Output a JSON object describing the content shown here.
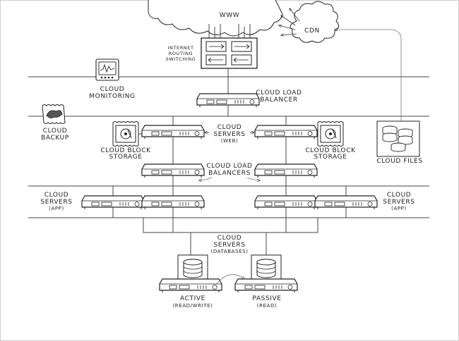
{
  "labels": {
    "www": "WWW",
    "cdn": "CDN",
    "routing": [
      "INTERNET",
      "ROUTING",
      "SWITCHING"
    ],
    "monitoring": [
      "CLOUD",
      "MONITORING"
    ],
    "load_balancer": [
      "CLOUD LOAD",
      "BALANCER"
    ],
    "backup": [
      "CLOUD",
      "BACKUP"
    ],
    "servers_web": [
      "CLOUD",
      "SERVERS",
      "(WEB)"
    ],
    "block_storage_left": [
      "CLOUD BLOCK",
      "STORAGE"
    ],
    "block_storage_right": [
      "CLOUD BLOCK",
      "STORAGE"
    ],
    "cloud_files": "CLOUD FILES",
    "load_balancers": [
      "CLOUD LOAD",
      "BALANCERS"
    ],
    "servers_app_left": [
      "CLOUD",
      "SERVERS",
      "(APP)"
    ],
    "servers_app_right": [
      "CLOUD",
      "SERVERS",
      "(APP)"
    ],
    "servers_db": [
      "CLOUD",
      "SERVERS",
      "(DATABASES)"
    ],
    "active": [
      "ACTIVE",
      "(READ/WRITE)"
    ],
    "passive": [
      "PASSIVE",
      "(READ)"
    ]
  }
}
